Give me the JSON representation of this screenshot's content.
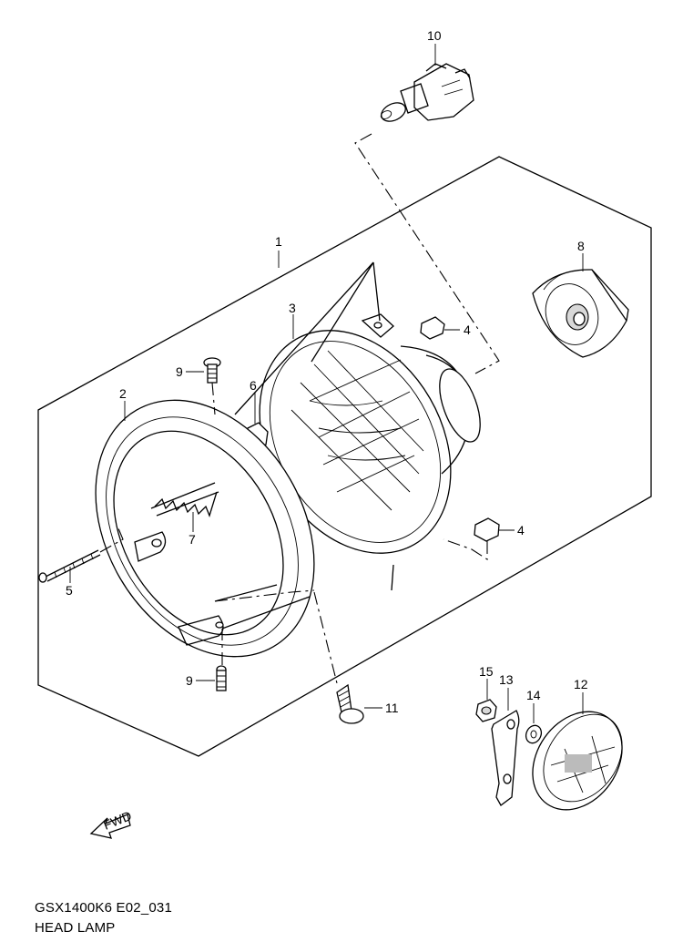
{
  "caption": {
    "model_code": "GSX1400K6 E02_031",
    "title": "HEAD LAMP"
  },
  "parts": [
    {
      "ref": "1"
    },
    {
      "ref": "2"
    },
    {
      "ref": "3"
    },
    {
      "ref": "4a",
      "label": "4"
    },
    {
      "ref": "4b",
      "label": "4"
    },
    {
      "ref": "5"
    },
    {
      "ref": "6"
    },
    {
      "ref": "7"
    },
    {
      "ref": "8"
    },
    {
      "ref": "9a",
      "label": "9"
    },
    {
      "ref": "9b",
      "label": "9"
    },
    {
      "ref": "10"
    },
    {
      "ref": "11"
    },
    {
      "ref": "12"
    },
    {
      "ref": "13"
    },
    {
      "ref": "14"
    },
    {
      "ref": "15"
    }
  ],
  "labels": {
    "p1": "1",
    "p2": "2",
    "p3": "3",
    "p4a": "4",
    "p4b": "4",
    "p5": "5",
    "p6": "6",
    "p7": "7",
    "p8": "8",
    "p9a": "9",
    "p9b": "9",
    "p10": "10",
    "p11": "11",
    "p12": "12",
    "p13": "13",
    "p14": "14",
    "p15": "15"
  },
  "arrow": {
    "text": "FWD",
    "icon": "fwd-arrow-icon"
  }
}
